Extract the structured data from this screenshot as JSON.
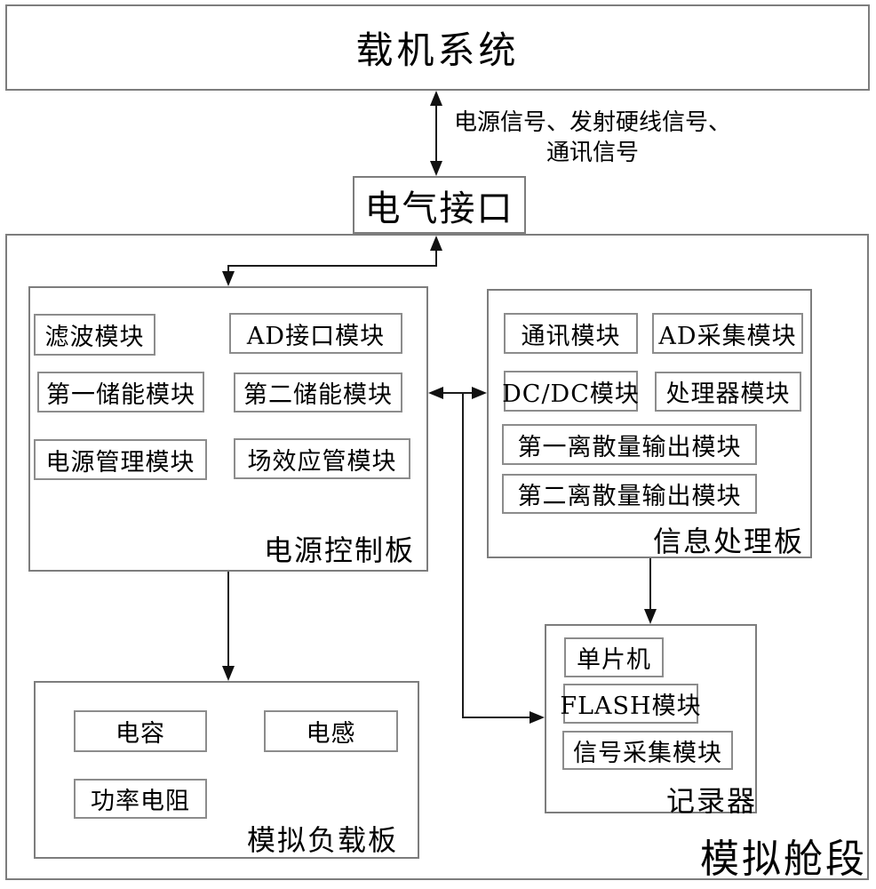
{
  "diagram": {
    "carrier_system": {
      "label": "载机系统"
    },
    "signal_label": {
      "line1": "电源信号、发射硬线信号、",
      "line2": "通讯信号"
    },
    "electrical_interface": {
      "label": "电气接口"
    },
    "cabin": {
      "label": "模拟舱段"
    },
    "power_control_board": {
      "label": "电源控制板",
      "modules": [
        "滤波模块",
        "AD接口模块",
        "第一储能模块",
        "第二储能模块",
        "电源管理模块",
        "场效应管模块"
      ]
    },
    "info_processing_board": {
      "label": "信息处理板",
      "modules": [
        "通讯模块",
        "AD采集模块",
        "DC/DC模块",
        "处理器模块",
        "第一离散量输出模块",
        "第二离散量输出模块"
      ]
    },
    "simulated_load_board": {
      "label": "模拟负载板",
      "modules": [
        "电容",
        "电感",
        "功率电阻"
      ]
    },
    "recorder": {
      "label": "记录器",
      "modules": [
        "单片机",
        "FLASH模块",
        "信号采集模块"
      ]
    },
    "colors": {
      "line": "#1c1c1c",
      "box_border": "#7d7d7d",
      "module_border": "#8c8c8c",
      "text": "#000000",
      "background": "#ffffff"
    }
  }
}
